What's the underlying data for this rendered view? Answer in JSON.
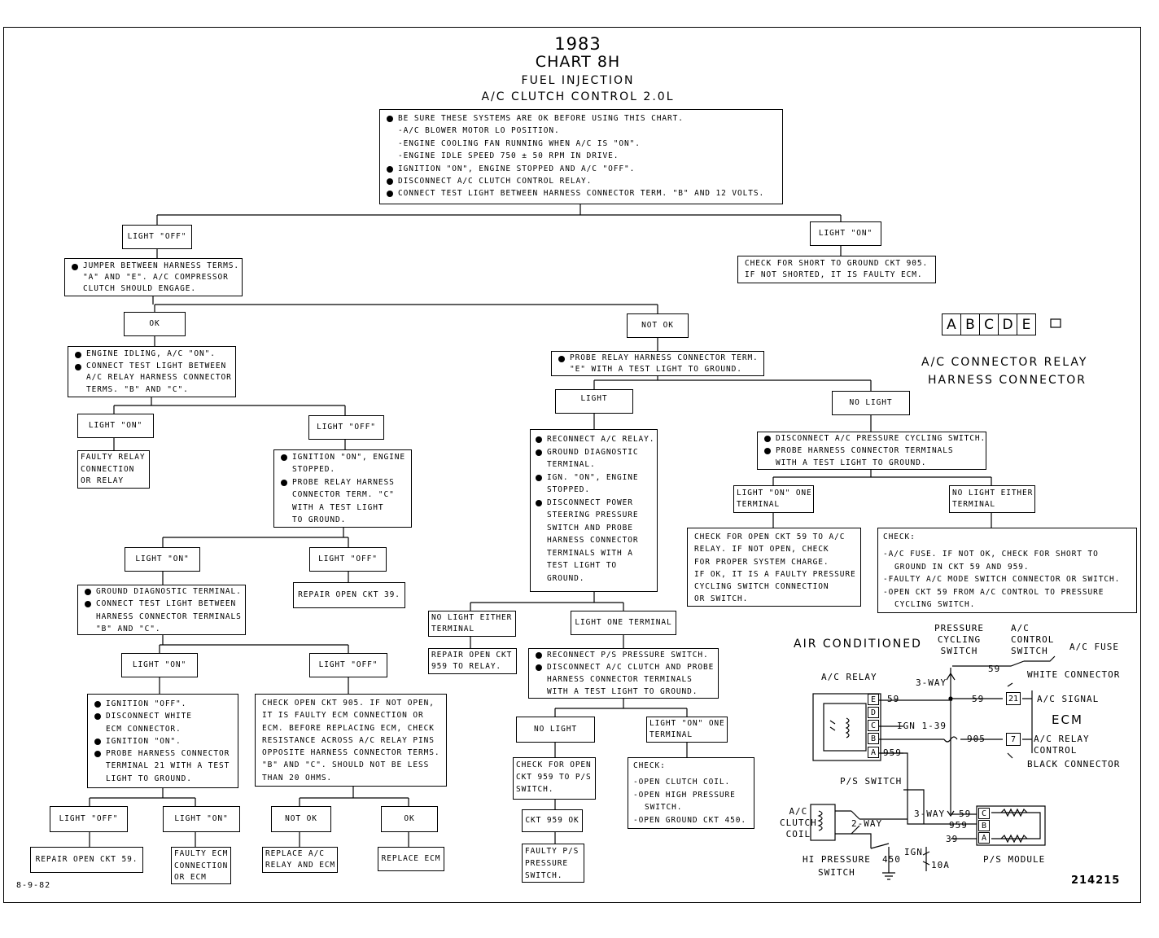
{
  "header": {
    "year": "1983",
    "chart": "CHART 8H",
    "system": "FUEL INJECTION",
    "subject": "A/C CLUTCH CONTROL 2.0L"
  },
  "boxes": {
    "intro": [
      "BE SURE THESE SYSTEMS ARE OK BEFORE USING THIS CHART.",
      "-A/C BLOWER MOTOR LO POSITION.",
      "-ENGINE COOLING FAN RUNNING WHEN A/C IS \"ON\".",
      "-ENGINE IDLE SPEED 750 ± 50 RPM IN DRIVE.",
      "IGNITION \"ON\", ENGINE STOPPED AND A/C \"OFF\".",
      "DISCONNECT A/C CLUTCH CONTROL RELAY.",
      "CONNECT TEST LIGHT BETWEEN HARNESS CONNECTOR TERM. \"B\" AND 12 VOLTS."
    ],
    "light_off_1": "LIGHT \"OFF\"",
    "light_on_1": "LIGHT \"ON\"",
    "check_short_905": [
      "CHECK FOR SHORT TO GROUND CKT 905.",
      "IF NOT SHORTED, IT IS FAULTY ECM."
    ],
    "jumper": [
      "JUMPER BETWEEN HARNESS TERMS.",
      "\"A\" AND \"E\". A/C COMPRESSOR",
      "CLUTCH SHOULD ENGAGE."
    ],
    "ok_1": "OK",
    "not_ok_1": "NOT OK",
    "engine_idling": [
      "ENGINE IDLING, A/C \"ON\".",
      "CONNECT TEST LIGHT BETWEEN",
      "A/C RELAY HARNESS CONNECTOR",
      "TERMS. \"B\" AND \"C\"."
    ],
    "probe_relay_e": [
      "PROBE RELAY HARNESS CONNECTOR TERM.",
      "\"E\" WITH A TEST LIGHT TO GROUND."
    ],
    "light_on_2": "LIGHT \"ON\"",
    "light_off_2": "LIGHT \"OFF\"",
    "faulty_relay": [
      "FAULTY RELAY",
      "CONNECTION",
      "OR RELAY"
    ],
    "ign_on_probe_c": [
      "IGNITION \"ON\", ENGINE",
      "STOPPED.",
      "PROBE RELAY HARNESS",
      "CONNECTOR TERM. \"C\"",
      "WITH A TEST LIGHT",
      "TO GROUND."
    ],
    "light_3": "LIGHT",
    "no_light_3": "NO LIGHT",
    "reconnect_relay": [
      "RECONNECT A/C RELAY.",
      "GROUND DIAGNOSTIC",
      "TERMINAL.",
      "IGN. \"ON\", ENGINE",
      "STOPPED.",
      "DISCONNECT POWER",
      "STEERING PRESSURE",
      "SWITCH AND PROBE",
      "HARNESS CONNECTOR",
      "TERMINALS WITH A",
      "TEST LIGHT TO",
      "GROUND."
    ],
    "disconnect_cycling": [
      "DISCONNECT A/C PRESSURE CYCLING SWITCH.",
      "PROBE HARNESS CONNECTOR TERMINALS",
      "WITH A TEST LIGHT TO GROUND."
    ],
    "light_on_one_terminal_1": [
      "LIGHT \"ON\" ONE",
      "TERMINAL"
    ],
    "no_light_either_1": [
      "NO LIGHT EITHER",
      "TERMINAL"
    ],
    "check_open_59": [
      "CHECK FOR OPEN CKT 59 TO A/C",
      "RELAY. IF NOT OPEN, CHECK",
      "FOR PROPER SYSTEM CHARGE.",
      "IF OK, IT IS A FAULTY PRESSURE",
      "CYCLING SWITCH CONNECTION",
      "OR SWITCH."
    ],
    "check_fuse": [
      "CHECK:",
      "-A/C FUSE. IF NOT OK, CHECK FOR SHORT TO",
      "GROUND IN CKT 59 AND 959.",
      "-FAULTY A/C MODE SWITCH CONNECTOR OR SWITCH.",
      "-OPEN CKT 59 FROM A/C CONTROL TO PRESSURE",
      "CYCLING SWITCH."
    ],
    "light_on_4": "LIGHT \"ON\"",
    "light_off_4": "LIGHT \"OFF\"",
    "repair_39": "REPAIR OPEN CKT 39.",
    "ground_diag": [
      "GROUND DIAGNOSTIC TERMINAL.",
      "CONNECT TEST LIGHT BETWEEN",
      "HARNESS CONNECTOR TERMINALS",
      "\"B\" AND \"C\"."
    ],
    "no_light_either_2": [
      "NO LIGHT EITHER",
      "TERMINAL"
    ],
    "light_one_terminal": "LIGHT ONE TERMINAL",
    "repair_959": [
      "REPAIR OPEN CKT",
      "959 TO RELAY."
    ],
    "reconnect_ps": [
      "RECONNECT P/S PRESSURE SWITCH.",
      "DISCONNECT A/C CLUTCH AND PROBE",
      "HARNESS CONNECTOR TERMINALS",
      "WITH A TEST LIGHT TO GROUND."
    ],
    "light_on_5": "LIGHT \"ON\"",
    "light_off_5": "LIGHT \"OFF\"",
    "ign_off_disconnect": [
      "IGNITION \"OFF\".",
      "DISCONNECT WHITE",
      "ECM CONNECTOR.",
      "IGNITION \"ON\".",
      "PROBE HARNESS CONNECTOR",
      "TERMINAL 21 WITH A TEST",
      "LIGHT TO GROUND."
    ],
    "check_open_905": [
      "CHECK OPEN CKT 905. IF NOT OPEN,",
      "IT IS FAULTY ECM CONNECTION OR",
      "ECM. BEFORE REPLACING ECM, CHECK",
      "RESISTANCE ACROSS A/C RELAY PINS",
      "OPPOSITE HARNESS CONNECTOR TERMS.",
      "\"B\" AND \"C\". SHOULD NOT BE LESS",
      "THAN 20 OHMS."
    ],
    "no_light_4": "NO LIGHT",
    "light_on_one_terminal_2": [
      "LIGHT \"ON\" ONE",
      "TERMINAL"
    ],
    "check_open_959": [
      "CHECK FOR OPEN",
      "CKT 959 TO P/S",
      "SWITCH."
    ],
    "check_clutch": [
      "CHECK:",
      "-OPEN CLUTCH COIL.",
      "-OPEN HIGH PRESSURE",
      "SWITCH.",
      "-OPEN GROUND CKT 450."
    ],
    "ckt_959_ok": "CKT 959 OK",
    "faulty_ps": [
      "FAULTY P/S",
      "PRESSURE",
      "SWITCH."
    ],
    "light_off_6": "LIGHT \"OFF\"",
    "light_on_6": "LIGHT \"ON\"",
    "not_ok_2": "NOT OK",
    "ok_2": "OK",
    "repair_59": "REPAIR OPEN CKT 59.",
    "faulty_ecm": [
      "FAULTY ECM",
      "CONNECTION",
      "OR ECM"
    ],
    "replace_relay_ecm": [
      "REPLACE A/C",
      "RELAY AND ECM"
    ],
    "replace_ecm": "REPLACE ECM"
  },
  "connector": {
    "pins": [
      "A",
      "B",
      "C",
      "D",
      "E"
    ],
    "caption_1": "A/C CONNECTOR RELAY",
    "caption_2": "HARNESS CONNECTOR"
  },
  "schematic": {
    "title": "AIR CONDITIONED",
    "pressure_cycling_switch": [
      "PRESSURE",
      "CYCLING",
      "SWITCH"
    ],
    "ac_control_switch": [
      "A/C",
      "CONTROL",
      "SWITCH"
    ],
    "ac_fuse": "A/C FUSE",
    "ac_relay": "A/C RELAY",
    "three_way_1": "3-WAY",
    "three_way_2": "3-WAY",
    "two_way": "2-WAY",
    "white_connector": "WHITE CONNECTOR",
    "black_connector": "BLACK CONNECTOR",
    "ac_signal": "A/C SIGNAL",
    "ecm": "ECM",
    "ac_relay_control": [
      "A/C RELAY",
      "CONTROL"
    ],
    "relay_pins": [
      "E",
      "D",
      "C",
      "B",
      "A"
    ],
    "ecm_pin_signal": "21",
    "ecm_pin_control": "7",
    "wire_59_a": "59",
    "wire_59_b": "59",
    "wire_59_c": "59",
    "wire_59_d": "59",
    "wire_ign": "IGN 1-39",
    "wire_905": "905",
    "wire_959_a": "959",
    "wire_959_b": "959",
    "wire_39": "39",
    "ps_switch": "P/S SWITCH",
    "ac_clutch_coil": [
      "A/C",
      "CLUTCH",
      "COIL"
    ],
    "hi_pressure_switch": [
      "HI PRESSURE",
      "SWITCH"
    ],
    "ckt_450": "450",
    "ign": "IGN",
    "fuse_10a": "10A",
    "ps_module": "P/S MODULE",
    "module_pins": [
      "C",
      "B",
      "A"
    ]
  },
  "footer": {
    "date": "8-9-82",
    "code": "214215"
  }
}
